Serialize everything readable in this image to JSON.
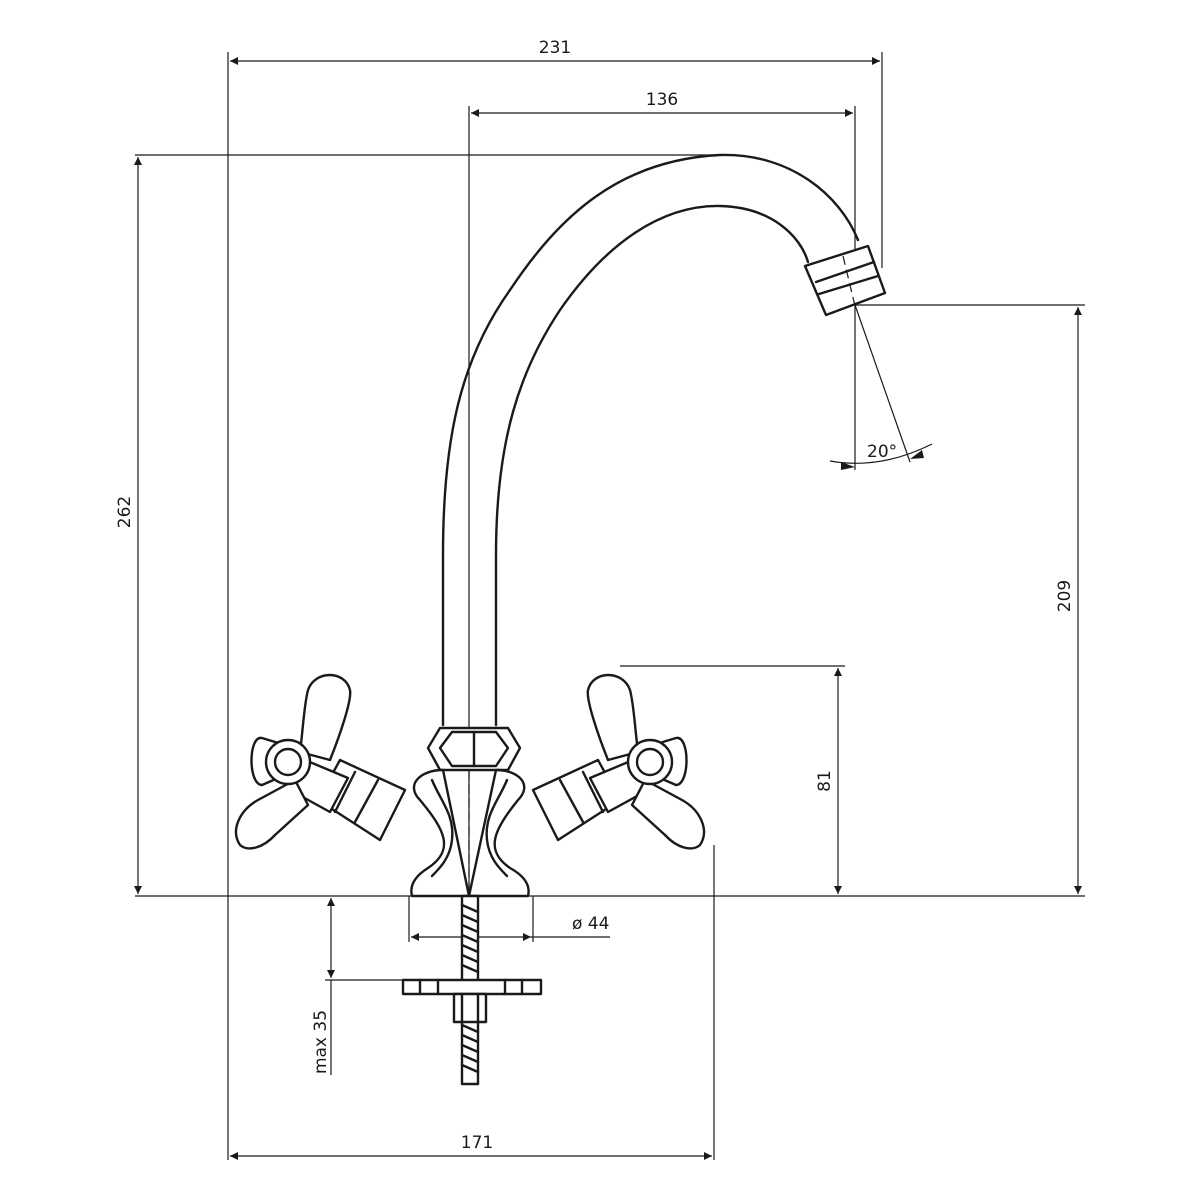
{
  "drawing": {
    "subject": "Two-handle kitchen faucet with swivel spout",
    "dimensions": {
      "overall_width": "231",
      "spout_reach": "136",
      "overall_height": "262",
      "spout_outlet_height": "209",
      "handle_height": "81",
      "base_diameter": "ø 44",
      "max_counter_thickness": "max 35",
      "handle_span": "171",
      "outlet_angle": "20°"
    }
  }
}
